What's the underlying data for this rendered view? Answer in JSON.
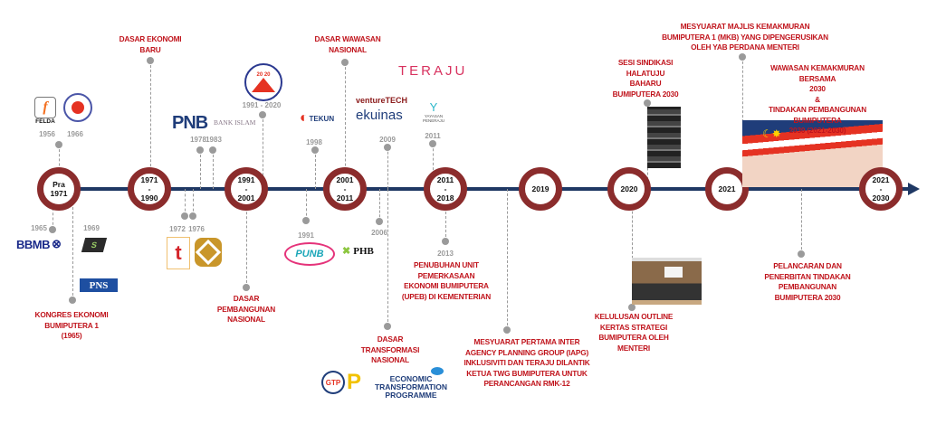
{
  "nodes": [
    "Pra\n1971",
    "1971\n-\n1990",
    "1991\n-\n2001",
    "2001\n-\n2011",
    "2011\n-\n2018",
    "2019",
    "2020",
    "2021",
    "2021\n-\n2030"
  ],
  "years": {
    "y1956": "1956",
    "y1966": "1966",
    "y1965": "1965",
    "y1969": "1969",
    "y1972": "1972",
    "y1976": "1976",
    "y1978": "1978",
    "y1983": "1983",
    "y1991_2020": "1991 - 2020",
    "y1991": "1991",
    "y1998": "1998",
    "y2006": "2006",
    "y2009": "2009",
    "y2011": "2011",
    "y2013": "2013"
  },
  "events": {
    "deb": "DASAR EKONOMI\nBARU",
    "kongres": "KONGRES EKONOMI\nBUMIPUTERA 1\n(1965)",
    "dpn": "DASAR\nPEMBANGUNAN\nNASIONAL",
    "dwn": "DASAR WAWASAN\nNASIONAL",
    "dtn": "DASAR\nTRANSFORMASI\nNASIONAL",
    "upeb": "PENUBUHAN UNIT\nPEMERKASAAN\nEKONOMI BUMIPUTERA\n(UPEB) DI KEMENTERIAN",
    "iapg": "MESYUARAT PERTAMA INTER\nAGENCY PLANNING GROUP (IAPG)\nINKLUSIVITI DAN TERAJU DILANTIK\nKETUA TWG BUMIPUTERA UNTUK\nPERANCANGAN RMK-12",
    "sesi": "SESI SINDIKASI\nHALATUJU\nBAHARU\nBUMIPUTERA 2030",
    "kelulusan": "KELULUSAN OUTLINE\nKERTAS STRATEGI\nBUMIPUTERA OLEH\nMENTERI",
    "mkb": "MESYUARAT MAJLIS KEMAKMURAN\nBUMIPUTERA 1 (MKB) YANG DIPENGERUSIKAN\nOLEH YAB PERDANA MENTERI",
    "wkb": "WAWASAN KEMAKMURAN BERSAMA\n2030\n&\nTINDAKAN PEMBANGUNAN BUMIPUTERA\n2030 (2021-2030)",
    "pelancaran": "PELANCARAN DAN\nPENERBITAN TINDAKAN\nPEMBANGUNAN\nBUMIPUTERA 2030"
  },
  "logos": {
    "felda": "FELDA",
    "pnb": "PNB",
    "bankislam": "BANK ISLAM",
    "bbmb": "BBMB",
    "pns": "PNS",
    "tekun": "TEKUN",
    "punb": "PUNB",
    "phb": "PHB",
    "venturetech": "ventureTECH",
    "ekuinas": "ekuinas",
    "teraju": "TERAJU",
    "yayasan": "YAYASAN PENERAJU",
    "gtp": "GTP",
    "etp": "ECONOMIC TRANSFORMATION PROGRAMME",
    "wawasan2020": "20 20"
  },
  "colors": {
    "axis": "#1F3864",
    "node": "#8B2C2C",
    "event": "#C0141C",
    "stem": "#9a9a9a"
  }
}
